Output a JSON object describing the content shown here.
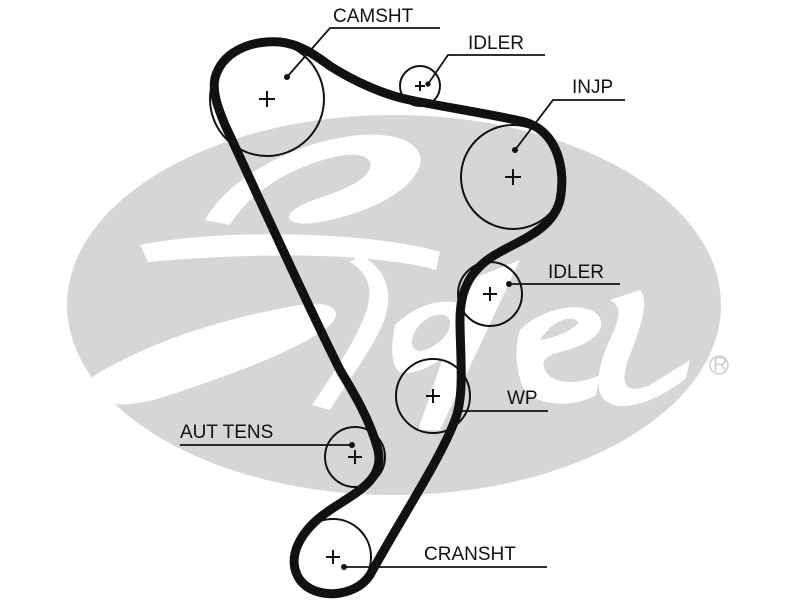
{
  "diagram": {
    "title": "Timing belt routing",
    "brand": "Gates",
    "registered_mark": "®",
    "colors": {
      "background": "#ffffff",
      "logo_gray": "#d6d6d6",
      "belt": "#111111",
      "line": "#111111"
    },
    "components": [
      {
        "id": "camsht",
        "label": "CAMSHT",
        "icon": "pulley-icon"
      },
      {
        "id": "idler1",
        "label": "IDLER",
        "icon": "pulley-icon"
      },
      {
        "id": "injp",
        "label": "INJP",
        "icon": "pulley-icon"
      },
      {
        "id": "idler2",
        "label": "IDLER",
        "icon": "pulley-icon"
      },
      {
        "id": "wp",
        "label": "WP",
        "icon": "pulley-icon"
      },
      {
        "id": "auttens",
        "label": "AUT TENS",
        "icon": "pulley-icon"
      },
      {
        "id": "cransht",
        "label": "CRANSHT",
        "icon": "pulley-icon"
      }
    ]
  }
}
